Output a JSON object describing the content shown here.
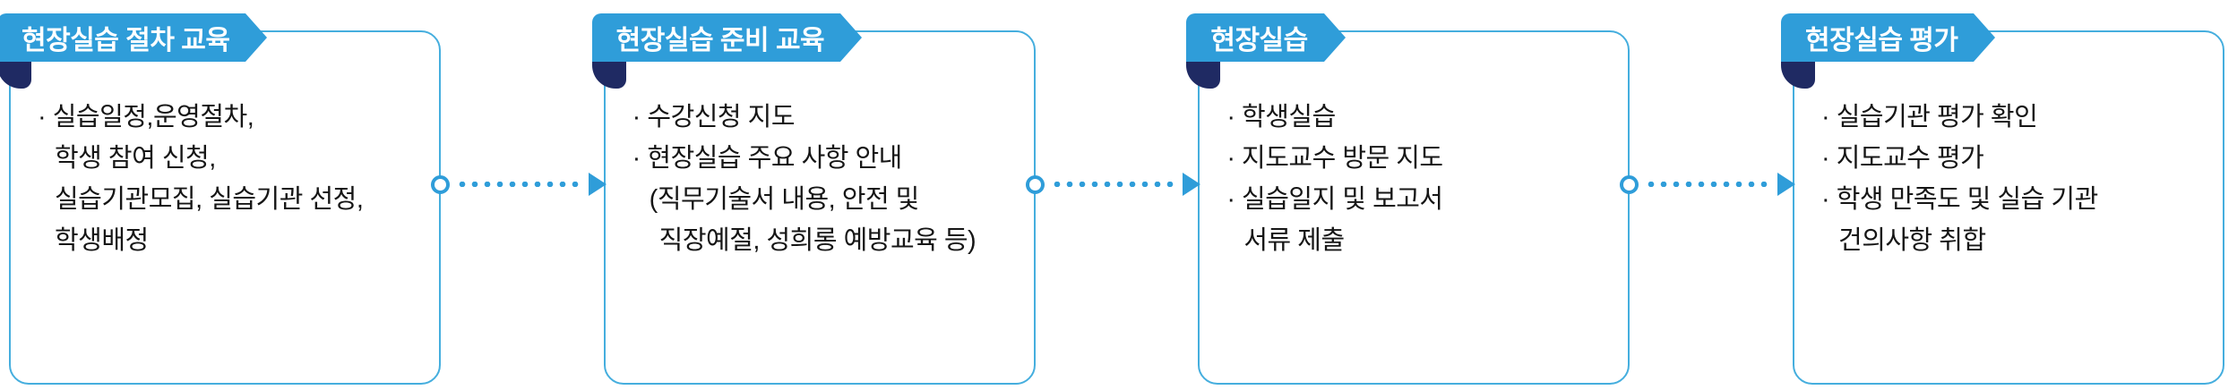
{
  "steps": [
    {
      "title": "현장실습 절차 교육",
      "lines": [
        "· 실습일정,운영절차,",
        "학생 참여 신청,",
        "실습기관모집, 실습기관 선정,",
        "학생배정"
      ]
    },
    {
      "title": "현장실습 준비 교육",
      "lines": [
        "· 수강신청 지도",
        "· 현장실습 주요 사항 안내",
        "(직무기술서 내용, 안전 및",
        "직장예절, 성희롱 예방교육 등)"
      ]
    },
    {
      "title": "현장실습",
      "lines": [
        "· 학생실습",
        "· 지도교수 방문 지도",
        "· 실습일지 및 보고서",
        "서류 제출"
      ]
    },
    {
      "title": "현장실습 평가",
      "lines": [
        "· 실습기관 평가 확인",
        "· 지도교수 평가",
        "· 학생 만족도 및 실습 기관",
        "건의사항 취합"
      ]
    }
  ],
  "colors": {
    "ribbon_blue": "#2f9dd9",
    "ribbon_fold_navy": "#1f2a63",
    "card_border_blue": "#45aede",
    "connector_blue": "#2f9dd9",
    "body_text": "#161616",
    "ribbon_text": "#ffffff"
  }
}
